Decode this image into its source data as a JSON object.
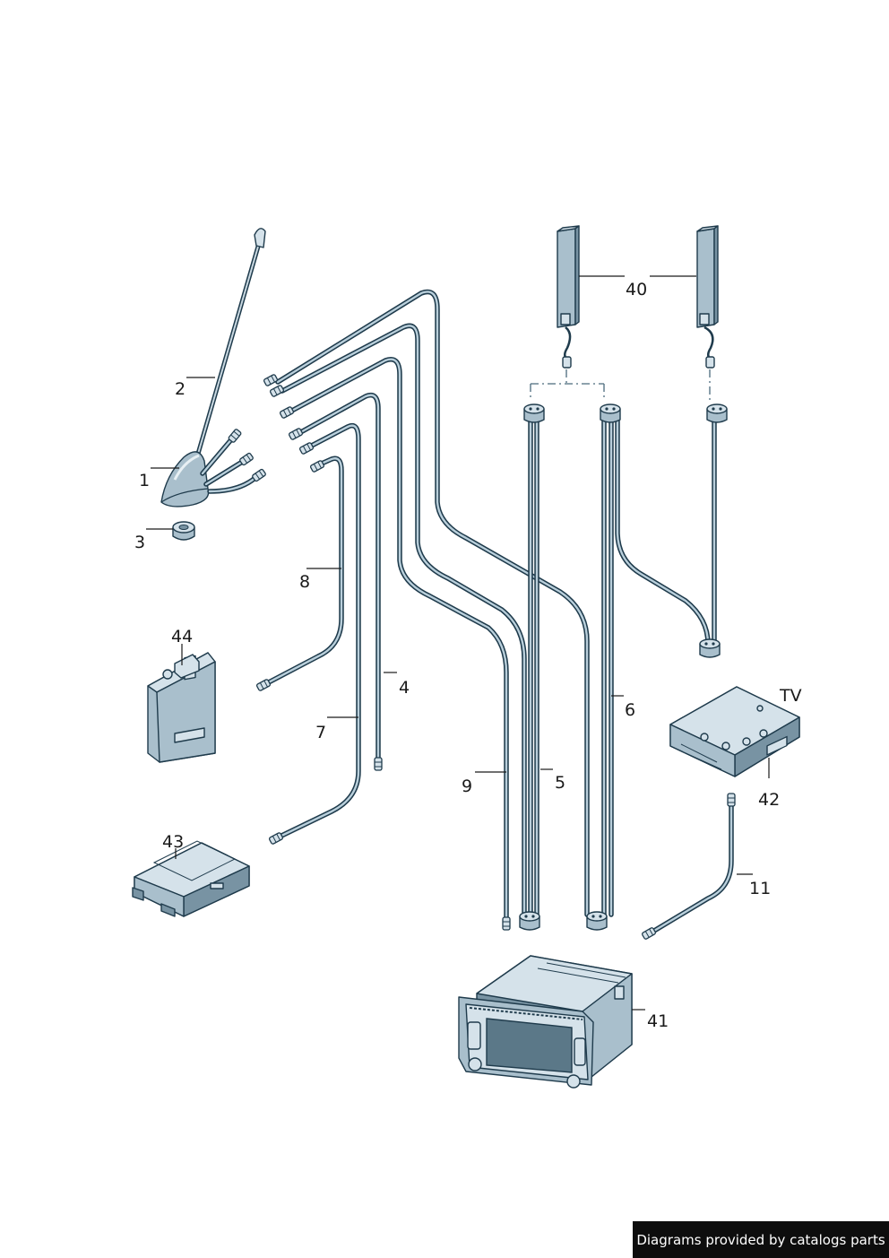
{
  "labels": {
    "p1": "1",
    "p2": "2",
    "p3": "3",
    "p4": "4",
    "p5": "5",
    "p6": "6",
    "p7": "7",
    "p8": "8",
    "p9": "9",
    "p11": "11",
    "p40": "40",
    "p41": "41",
    "p42": "42",
    "p43": "43",
    "p44": "44",
    "tv": "TV"
  },
  "footer": {
    "text": "Diagrams provided by catalogs parts"
  },
  "colors": {
    "outline": "#1f3b4c",
    "body": "#a9bfcc",
    "highlight": "#d5e2ea",
    "footer_bg": "#0d0d0d"
  }
}
